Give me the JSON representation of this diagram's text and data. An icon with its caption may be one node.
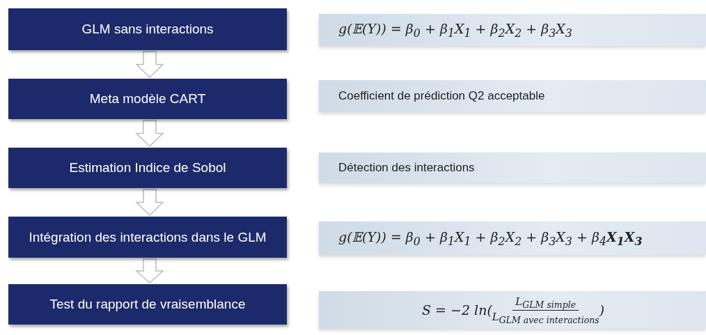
{
  "diagram": {
    "nodes": [
      {
        "text": [
          "GLM sans interactions"
        ]
      },
      {
        "text": [
          "Meta modèle CART"
        ]
      },
      {
        "text": [
          "Estimation Indice de Sobol"
        ]
      },
      {
        "text": [
          "Intégration des interactions dans le GLM"
        ]
      },
      {
        "text": [
          "Test du rapport de vraisemblance"
        ]
      },
      {
        "text": [
          "g(𝔼(Y)) = β$_{0}$ + β$_{1}$X$_{1}$ + β$_{2}$X$_{2}$ + β$_{3}$X$_{3}$"
        ]
      },
      {
        "text": [
          "Coefficient de prédiction  Q2 acceptable"
        ]
      },
      {
        "text": [
          "Détection des interactions"
        ]
      },
      {
        "text": [
          "g(𝔼(Y)) = β$_{0}$ + β$_{1}$X$_{1}$ + β$_{2}$X$_{2}$ + β$_{3}$X$_{3}$ + β$_{4}$**X$_{1}$X$_{3}$**"
        ]
      },
      {
        "text": [
          "S = −2 ln(",
          "L$_{GLM simple}$",
          "L$_{GLM avec interactions}$",
          ")"
        ]
      }
    ],
    "edges": [
      {
        "from": 0,
        "to": 1,
        "arrow": "to"
      },
      {
        "from": 1,
        "to": 2,
        "arrow": "to"
      },
      {
        "from": 2,
        "to": 3,
        "arrow": "to"
      },
      {
        "from": 3,
        "to": 4,
        "arrow": "to"
      }
    ]
  }
}
